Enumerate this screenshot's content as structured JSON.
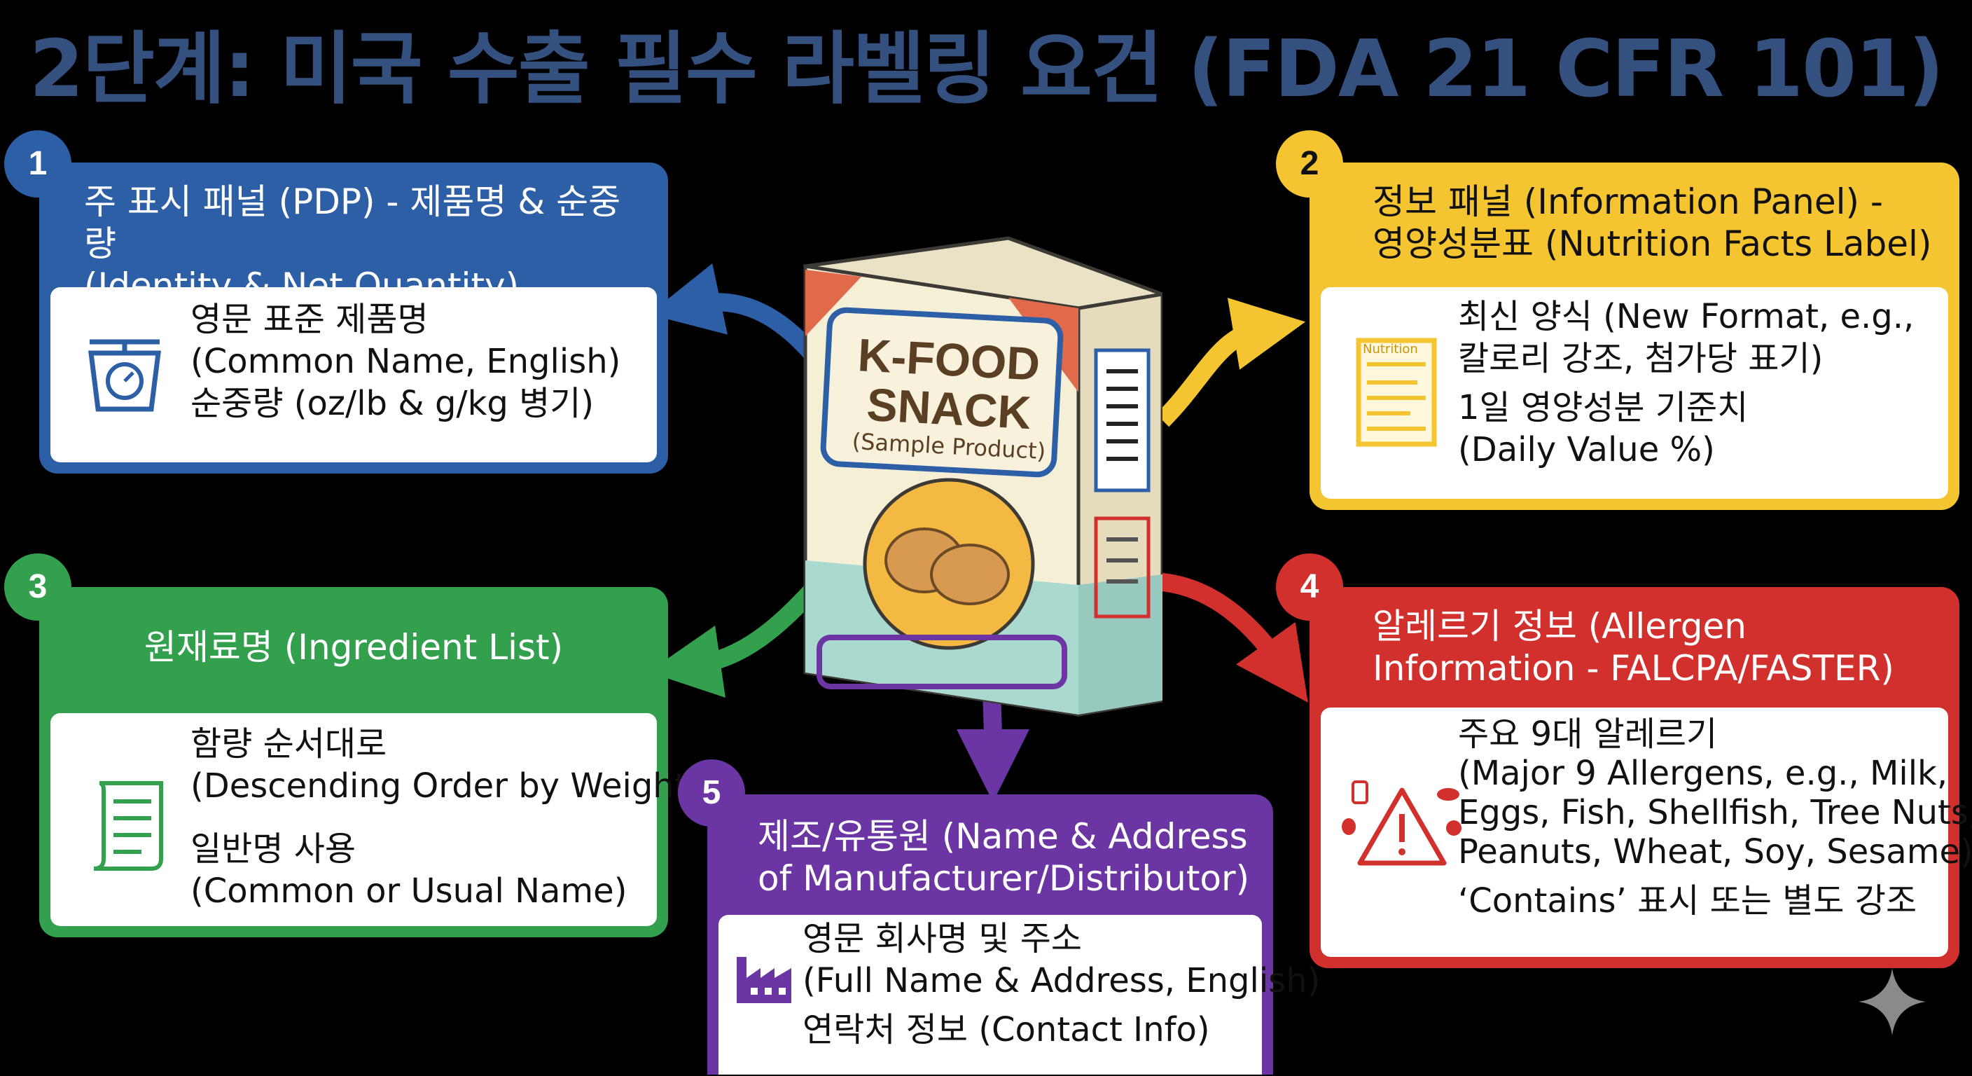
{
  "title": "2단계: 미국 수출 필수 라벨링 요건 (FDA 21 CFR 101)",
  "colors": {
    "blue": "#2c5fa6",
    "yellow": "#f4c431",
    "green": "#32a04d",
    "red": "#d2302c",
    "purple": "#6b36a3",
    "title": "#33507f"
  },
  "product": {
    "name_line1": "K-FOOD",
    "name_line2": "SNACK",
    "subtitle": "(Sample Product)",
    "nutrition_tag": "Nutrition"
  },
  "cards": {
    "c1": {
      "number": "1",
      "title_line1": "주 표시 패널 (PDP) - 제품명 & 순중량",
      "title_line2": "(Identity & Net Quantity)",
      "icon": "scale-icon",
      "lines": [
        "영문 표준 제품명",
        "(Common Name, English)",
        "순중량 (oz/lb & g/kg 병기)"
      ]
    },
    "c2": {
      "number": "2",
      "title_line1": "정보 패널 (Information Panel) -",
      "title_line2": "영양성분표 (Nutrition Facts Label)",
      "icon": "nutrition-label-icon",
      "lines": [
        "최신 양식 (New Format, e.g.,",
        "칼로리 강조, 첨가당 표기)",
        "1일 영양성분 기준치",
        "(Daily Value %)"
      ]
    },
    "c3": {
      "number": "3",
      "title_line1": "원재료명 (Ingredient List)",
      "icon": "ingredient-scroll-icon",
      "lines": [
        "함량 순서대로",
        "(Descending Order by Weight)",
        "일반명 사용",
        "(Common or Usual Name)"
      ]
    },
    "c4": {
      "number": "4",
      "title_line1": "알레르기 정보 (Allergen",
      "title_line2": "Information - FALCPA/FASTER)",
      "icon": "allergen-warning-icon",
      "lines": [
        "주요 9대 알레르기",
        "(Major 9 Allergens, e.g., Milk,",
        "Eggs, Fish, Shellfish, Tree Nuts,",
        "Peanuts, Wheat, Soy, Sesame)",
        "‘Contains’ 표시 또는 별도 강조"
      ]
    },
    "c5": {
      "number": "5",
      "title_line1": "제조/유통원 (Name & Address",
      "title_line2": "of Manufacturer/Distributor)",
      "icon": "factory-icon",
      "lines": [
        "영문 회사명 및 주소",
        "(Full Name & Address, English)",
        "연락처 정보 (Contact Info)"
      ]
    }
  }
}
